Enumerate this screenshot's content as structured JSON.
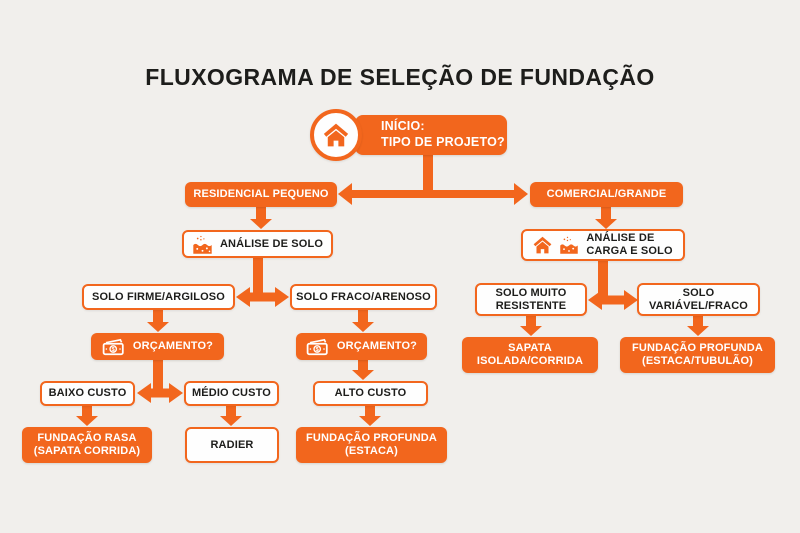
{
  "title": "FLUXOGRAMA DE SELEÇÃO DE FUNDAÇÃO",
  "colors": {
    "accent_orange": "#F2661D",
    "background": "#F1EFEC",
    "box_fill_white": "#FEFEFE",
    "text_dark": "#1D1D1B",
    "text_light": "#FFFFFF"
  },
  "icons": {
    "house": "house-icon",
    "soil": "soil-analysis-icon",
    "money": "money-banknote-icon",
    "money_symbol": "$"
  },
  "nodes": {
    "start": {
      "lines": [
        "INÍCIO:",
        "TIPO DE PROJETO?"
      ]
    },
    "residencial": {
      "lines": [
        "RESIDENCIAL PEQUENO"
      ]
    },
    "comercial": {
      "lines": [
        "COMERCIAL/GRANDE"
      ]
    },
    "analise_solo": {
      "lines": [
        "ANÁLISE DE SOLO"
      ]
    },
    "analise_carga_solo": {
      "lines": [
        "ANÁLISE DE",
        "CARGA E SOLO"
      ]
    },
    "solo_firme": {
      "lines": [
        "SOLO FIRME/ARGILOSO"
      ]
    },
    "solo_fraco": {
      "lines": [
        "SOLO FRACO/ARENOSO"
      ]
    },
    "orcamento_esq": {
      "lines": [
        "ORÇAMENTO?"
      ]
    },
    "orcamento_dir": {
      "lines": [
        "ORÇAMENTO?"
      ]
    },
    "baixo_custo": {
      "lines": [
        "BAIXO CUSTO"
      ]
    },
    "medio_custo": {
      "lines": [
        "MÉDIO CUSTO"
      ]
    },
    "alto_custo": {
      "lines": [
        "ALTO CUSTO"
      ]
    },
    "fundacao_rasa": {
      "lines": [
        "FUNDAÇÃO RASA",
        "(SAPATA CORRIDA)"
      ]
    },
    "radier": {
      "lines": [
        "RADIER"
      ]
    },
    "fundacao_profunda_estaca": {
      "lines": [
        "FUNDAÇÃO PROFUNDA",
        "(ESTACA)"
      ]
    },
    "solo_muito_resistente": {
      "lines": [
        "SOLO MUITO",
        "RESISTENTE"
      ]
    },
    "solo_variavel_fraco": {
      "lines": [
        "SOLO",
        "VARIÁVEL/FRACO"
      ]
    },
    "sapata_isolada": {
      "lines": [
        "SAPATA",
        "ISOLADA/CORRIDA"
      ]
    },
    "fundacao_profunda_tubulao": {
      "lines": [
        "FUNDAÇÃO PROFUNDA",
        "(ESTACA/TUBULÃO)"
      ]
    }
  }
}
